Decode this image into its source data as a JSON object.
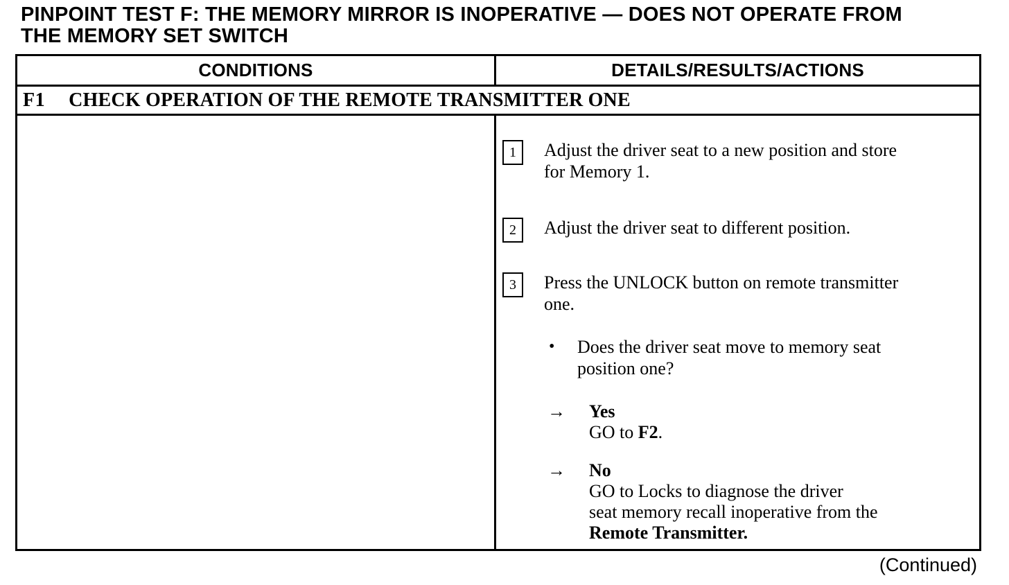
{
  "page": {
    "title": "PINPOINT TEST F: THE MEMORY MIRROR IS INOPERATIVE — DOES NOT OPERATE FROM\nTHE MEMORY SET SWITCH",
    "continued": "(Continued)"
  },
  "table": {
    "header": {
      "conditions": "CONDITIONS",
      "details": "DETAILS/RESULTS/ACTIONS"
    },
    "test": {
      "id": "F1",
      "name": "CHECK OPERATION OF THE REMOTE TRANSMITTER ONE"
    },
    "steps": [
      {
        "num": "1",
        "text": "Adjust the driver seat to a new position and store\nfor Memory 1."
      },
      {
        "num": "2",
        "text": "Adjust the driver seat to different position."
      },
      {
        "num": "3",
        "text": "Press the UNLOCK button on remote transmitter\none."
      }
    ],
    "question": {
      "bullet": "•",
      "text": "Does the driver seat move to memory seat\nposition one?"
    },
    "results": [
      {
        "arrow": "→",
        "label": "Yes",
        "action_prefix": "GO to ",
        "action_bold": "F2",
        "action_suffix": "."
      },
      {
        "arrow": "→",
        "label": "No",
        "action_prefix": "GO to Locks to diagnose the driver\nseat memory recall inoperative from the\n",
        "action_bold": "Remote Transmitter.",
        "action_suffix": ""
      }
    ]
  }
}
